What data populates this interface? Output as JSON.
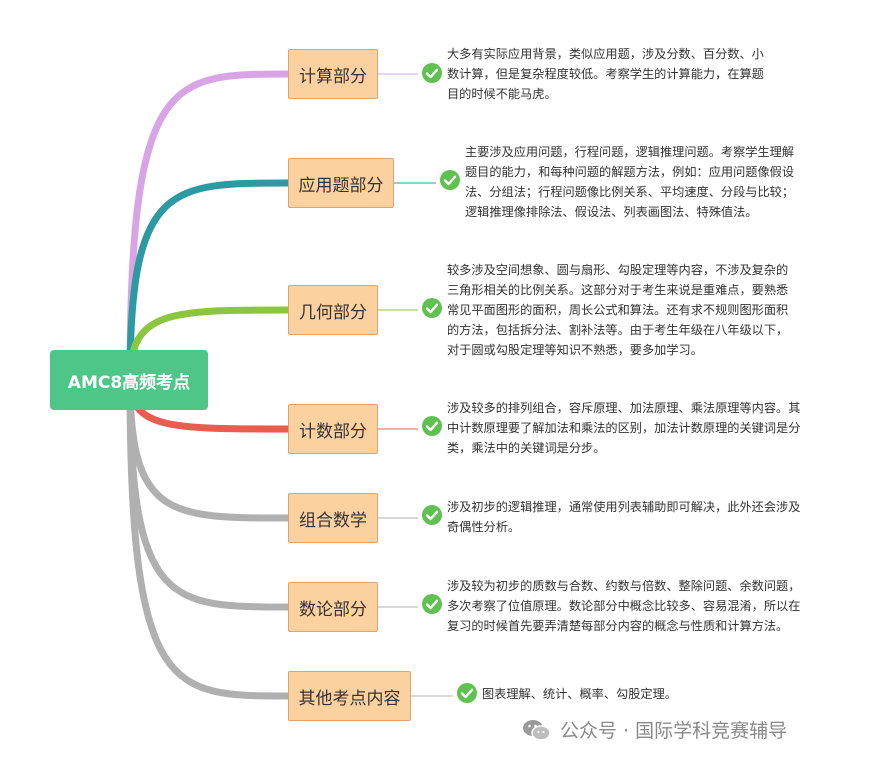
{
  "root": {
    "label": "AMC8高频考点"
  },
  "branches": [
    {
      "label": "计算部分",
      "color": "#d8a4e6",
      "lines": [
        "大多有实际应用背景，类似应用题，涉及分数、百分数、小",
        "数计算，但是复杂程度较低。考察学生的计算能力，在算题",
        "目的时候不能马虎。"
      ]
    },
    {
      "label": "应用题部分",
      "color": "#2b9aa3",
      "lines": [
        "主要涉及应用问题，行程问题，逻辑推理问题。考察学生理解",
        "题目的能力，和每种问题的解题方法，例如：应用问题像假设",
        "法、分组法；行程问题像比例关系、平均速度、分段与比较；",
        "逻辑推理像排除法、假设法、列表画图法、特殊值法。"
      ]
    },
    {
      "label": "几何部分",
      "color": "#8cc63f",
      "lines": [
        "较多涉及空间想象、圆与扇形、勾股定理等内容，不涉及复杂的",
        "三角形相关的比例关系。这部分对于考生来说是重难点，要熟悉",
        "常见平面图形的面积，周长公式和算法。还有求不规则图形面积",
        "的方法，包括拆分法、割补法等。由于考生年级在八年级以下，",
        "对于圆或勾股定理等知识不熟悉，要多加学习。"
      ]
    },
    {
      "label": "计数部分",
      "color": "#e85d4f",
      "lines": [
        "涉及较多的排列组合，容斥原理、加法原理、乘法原理等内容。其",
        "中计数原理要了解加法和乘法的区别，加法计数原理的关键词是分",
        "类，乘法中的关键词是分步。"
      ]
    },
    {
      "label": "组合数学",
      "color": "#b0b0b0",
      "lines": [
        "涉及初步的逻辑推理，通常使用列表辅助即可解决，此外还会涉及",
        "奇偶性分析。"
      ]
    },
    {
      "label": "数论部分",
      "color": "#b0b0b0",
      "lines": [
        "涉及较为初步的质数与合数、约数与倍数、整除问题、余数问题，",
        "多次考察了位值原理。数论部分中概念比较多、容易混淆，所以在",
        "复习的时候首先要弄清楚每部分内容的概念与性质和计算方法。"
      ]
    },
    {
      "label": "其他考点内容",
      "color": "#b0b0b0",
      "lines": [
        "图表理解、统计、概率、勾股定理。"
      ]
    }
  ],
  "watermark": {
    "text": "公众号 · 国际学科竞赛辅导",
    "icon": "wechat-icon"
  }
}
